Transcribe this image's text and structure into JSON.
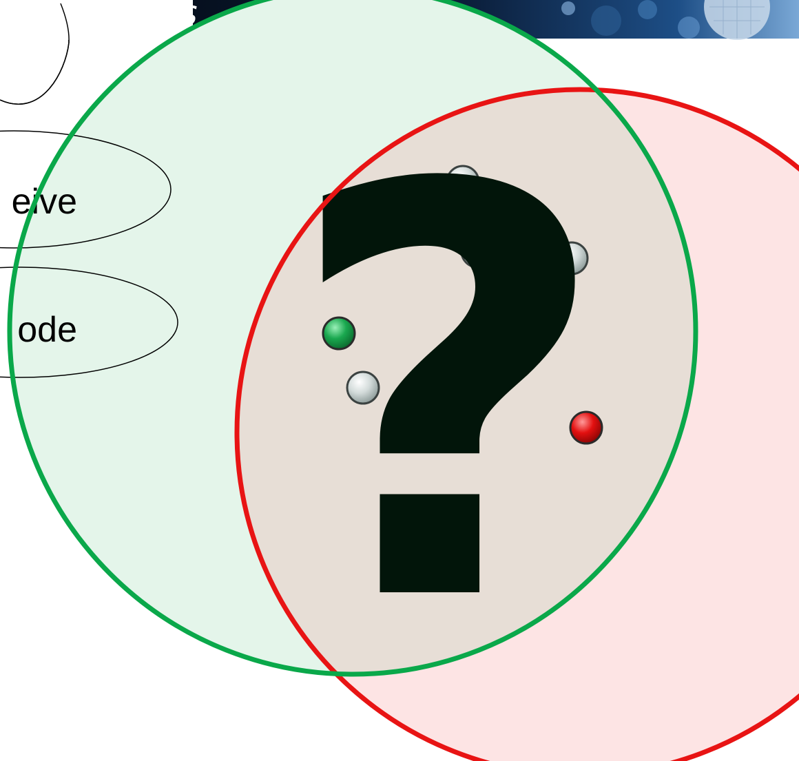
{
  "header": {
    "title_fragment": "tworks"
  },
  "labels": [
    {
      "id": "receive",
      "text": "eive"
    },
    {
      "id": "decode",
      "text": "ode"
    }
  ],
  "symbol": {
    "text": "?"
  },
  "colors": {
    "green_circle": "#0aa84a",
    "red_circle": "#e81414",
    "green_fill": "#e4f5ea",
    "red_fill": "#fde4e4",
    "overlap_fill": "#e7ded6",
    "question_mark": "#02150a",
    "header_dark": "#0b1e3a",
    "header_light": "#2a6aa8",
    "node_gray": "#c9d3d2",
    "node_green": "#1aa84f",
    "node_red": "#e31010"
  },
  "nodes": [
    {
      "kind": "gray"
    },
    {
      "kind": "gray"
    },
    {
      "kind": "gray"
    },
    {
      "kind": "gray"
    },
    {
      "kind": "gray"
    },
    {
      "kind": "green"
    },
    {
      "kind": "red"
    }
  ]
}
